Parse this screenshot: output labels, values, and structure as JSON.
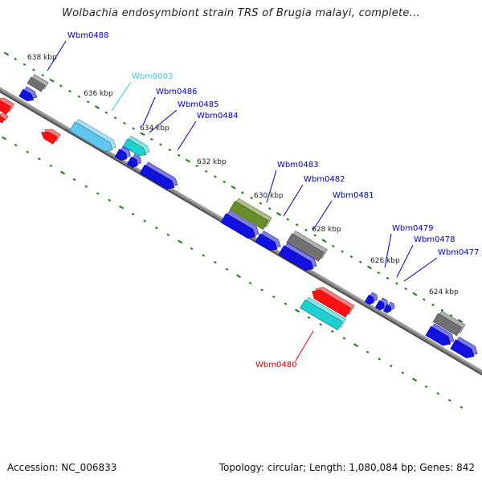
{
  "title": "Wolbachia endosymbiont strain TRS of Brugia malayi, complete...",
  "footer": {
    "accession_label": "Accession:",
    "accession": "NC_006833",
    "topology_label": "Topology:",
    "topology": "circular",
    "length_label": "Length:",
    "length": "1,080,084 bp",
    "genes_label": "Genes:",
    "genes": "842"
  },
  "colors": {
    "backbone": "#808080",
    "tick": "#1a7a1a",
    "tick_label": "#222222",
    "forward_cds": "#1010e0",
    "reverse_cds": "#ff1010",
    "highlight": "#20d0d0",
    "light_blue": "#60c8f0",
    "gray_feature": "#707070",
    "olive_feature": "#6b8c2a",
    "label_default": "#0000c0",
    "label_cyan": "#30c8e0",
    "label_red": "#e00000"
  },
  "ticks": [
    "638 kbp",
    "636 kbp",
    "634 kbp",
    "632 kbp",
    "630 kbp",
    "628 kbp",
    "626 kbp",
    "624 kbp"
  ],
  "gene_labels": [
    "Wbm0488",
    "Wbm9003",
    "Wbm0486",
    "Wbm0485",
    "Wbm0484",
    "Wbm0483",
    "Wbm0482",
    "Wbm0481",
    "Wbm0479",
    "Wbm0478",
    "Wbm0477",
    "Wbm0480"
  ]
}
